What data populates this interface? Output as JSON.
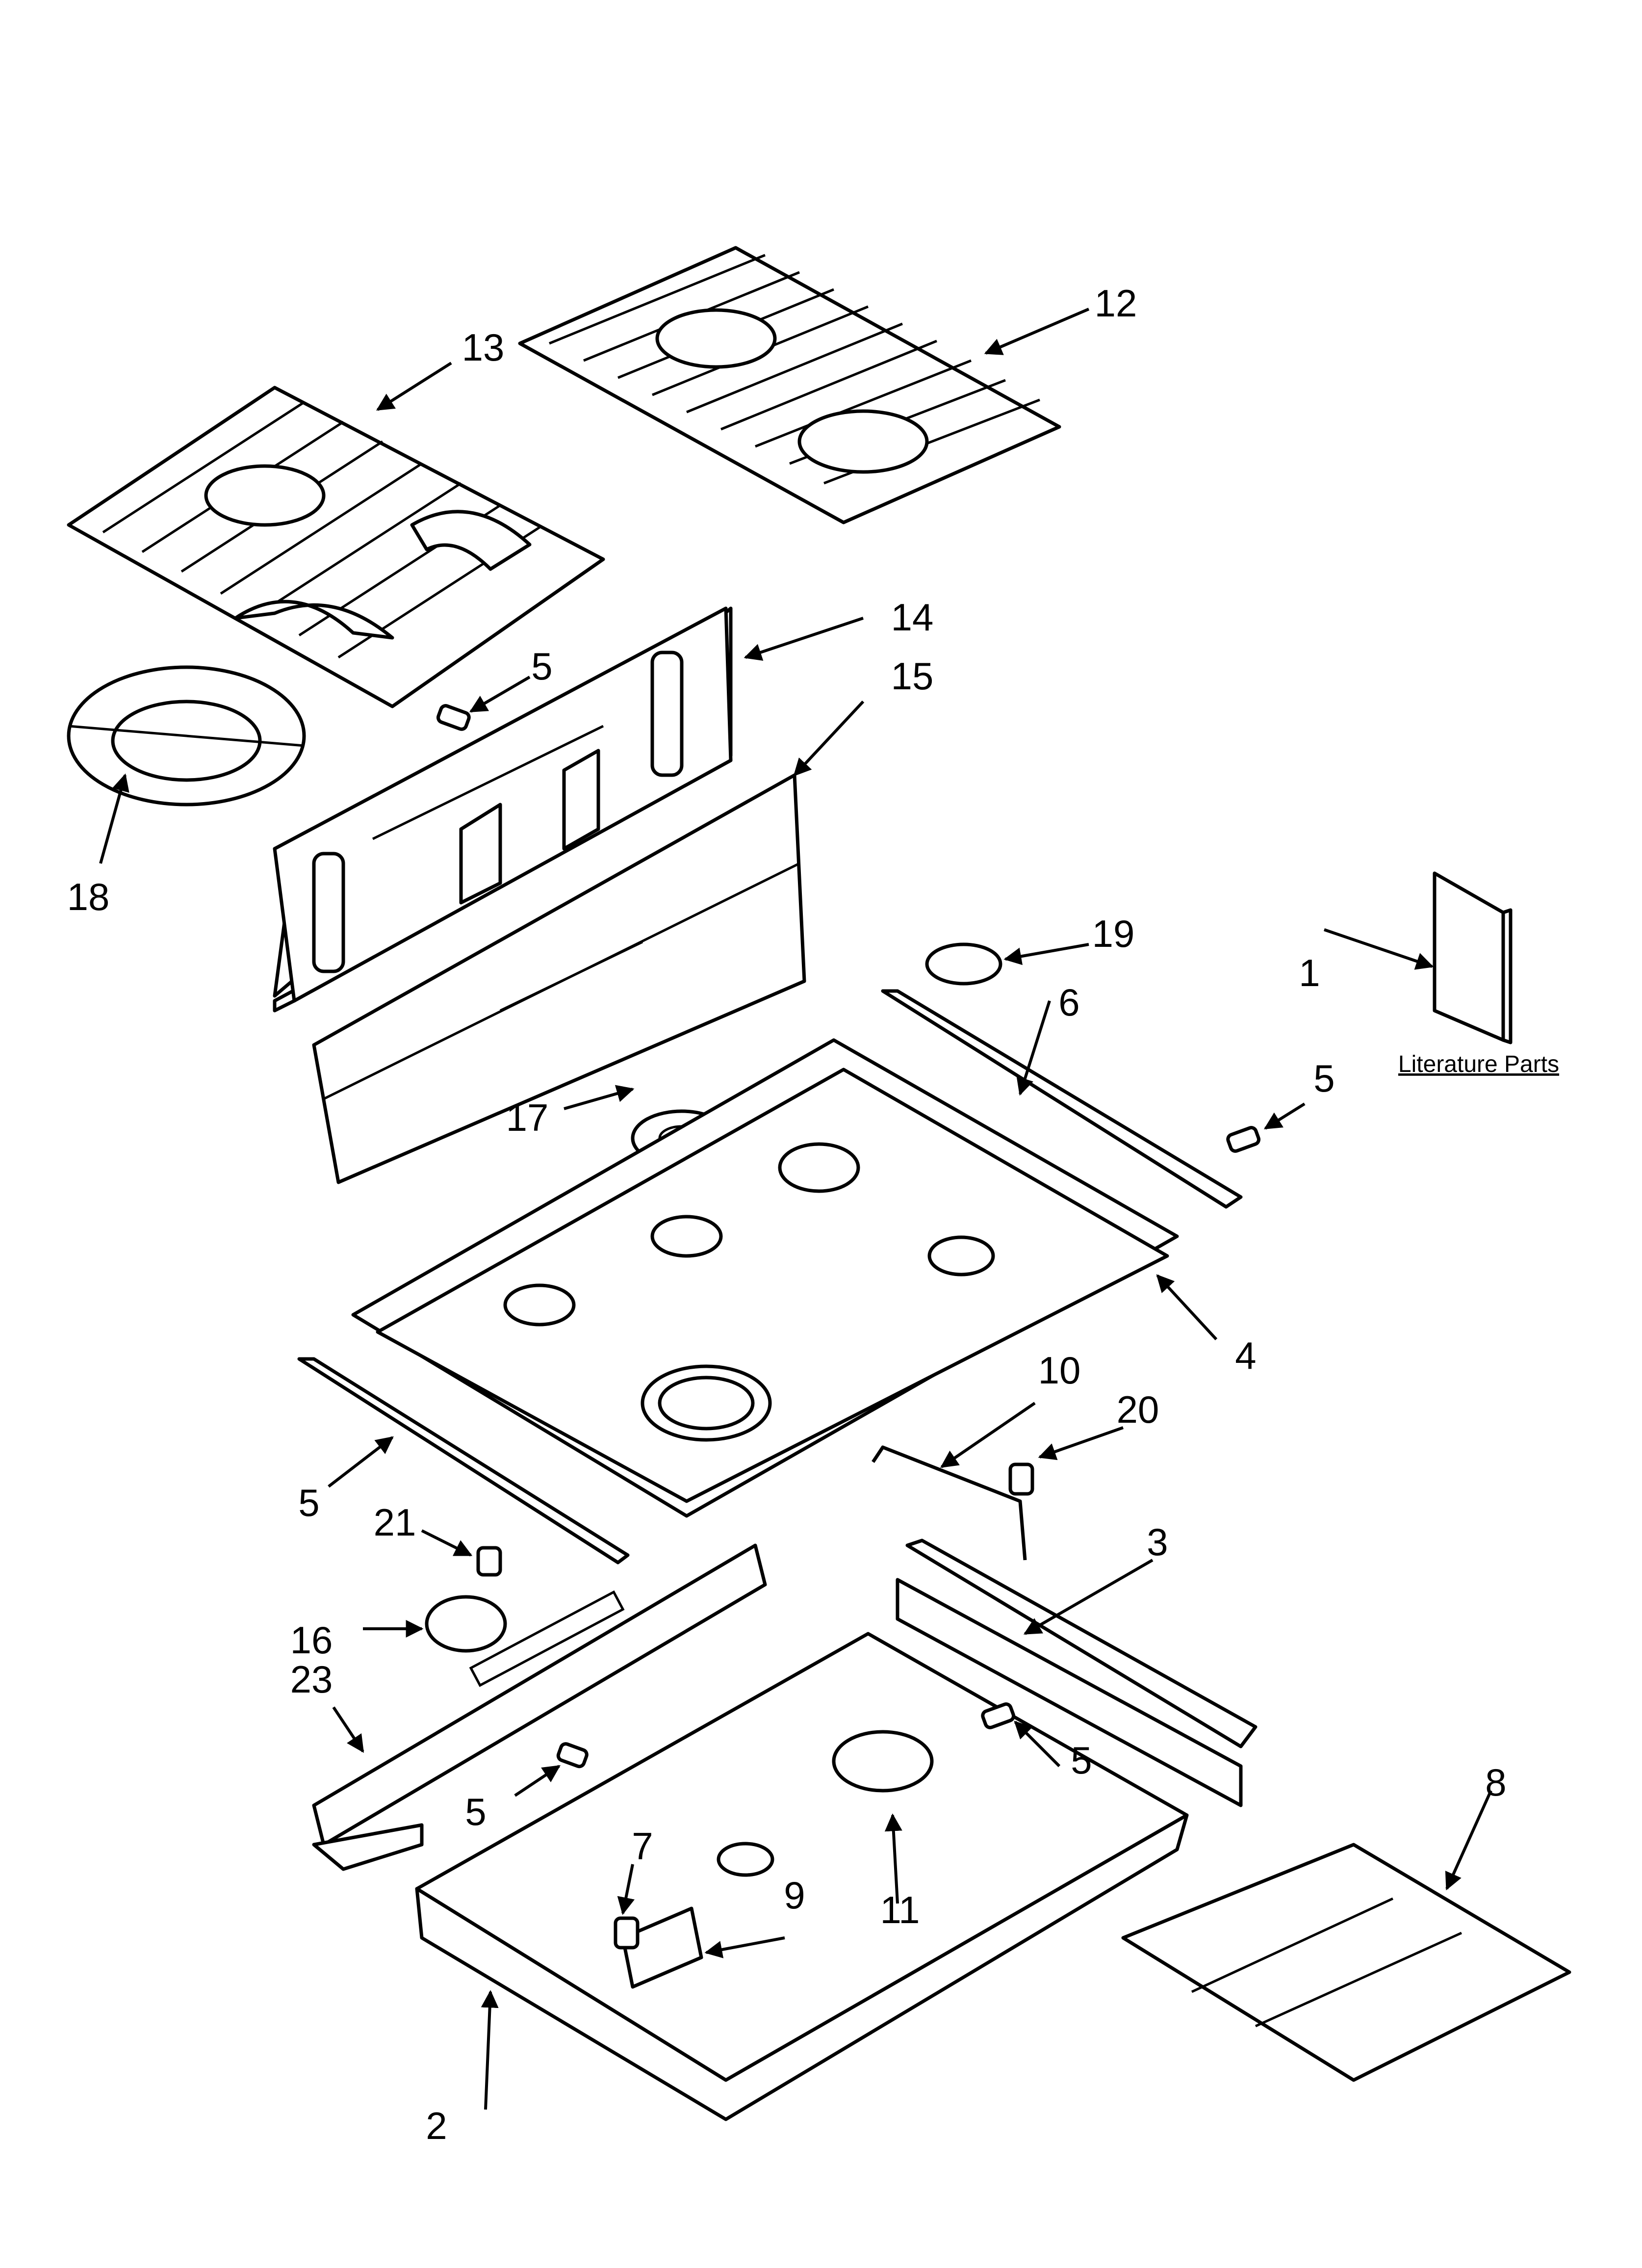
{
  "callouts": [
    {
      "id": "c1",
      "text": "1"
    },
    {
      "id": "c2",
      "text": "2"
    },
    {
      "id": "c3",
      "text": "3"
    },
    {
      "id": "c4",
      "text": "4"
    },
    {
      "id": "c5a",
      "text": "5"
    },
    {
      "id": "c5b",
      "text": "5"
    },
    {
      "id": "c5c",
      "text": "5"
    },
    {
      "id": "c5d",
      "text": "5"
    },
    {
      "id": "c5e",
      "text": "5"
    },
    {
      "id": "c6",
      "text": "6"
    },
    {
      "id": "c7",
      "text": "7"
    },
    {
      "id": "c8",
      "text": "8"
    },
    {
      "id": "c9",
      "text": "9"
    },
    {
      "id": "c10",
      "text": "10"
    },
    {
      "id": "c11",
      "text": "11"
    },
    {
      "id": "c12",
      "text": "12"
    },
    {
      "id": "c13",
      "text": "13"
    },
    {
      "id": "c14",
      "text": "14"
    },
    {
      "id": "c15",
      "text": "15"
    },
    {
      "id": "c16",
      "text": "16"
    },
    {
      "id": "c17",
      "text": "17"
    },
    {
      "id": "c18",
      "text": "18"
    },
    {
      "id": "c19",
      "text": "19"
    },
    {
      "id": "c20",
      "text": "20"
    },
    {
      "id": "c21",
      "text": "21"
    },
    {
      "id": "c23",
      "text": "23"
    }
  ],
  "literature_label": "Literature Parts",
  "colors": {
    "line": "#000000",
    "background": "#ffffff"
  }
}
